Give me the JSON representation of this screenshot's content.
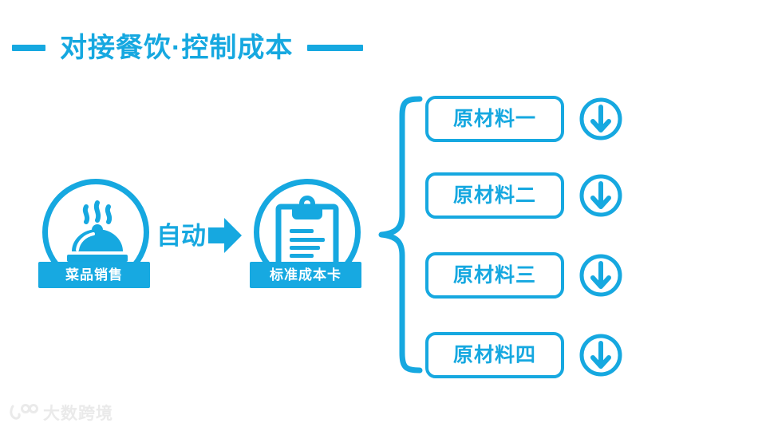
{
  "page": {
    "background_color": "#ffffff",
    "accent_color": "#16a8e0",
    "accent_color_fill": "#17a9e1"
  },
  "title": {
    "text": "对接餐饮·控制成本",
    "left_dash": "—",
    "right_dash": "—"
  },
  "flow": {
    "source_node": {
      "label": "菜品销售",
      "icon": "dish-cloche-icon"
    },
    "connector": {
      "label": "自动",
      "icon": "arrow-right-icon"
    },
    "target_node": {
      "label": "标准成本卡",
      "icon": "clipboard-icon"
    },
    "brace_icon": "curly-brace-icon"
  },
  "materials": {
    "items": [
      {
        "label": "原材料一",
        "arrow_icon": "arrow-down-circle-icon"
      },
      {
        "label": "原材料二",
        "arrow_icon": "arrow-down-circle-icon"
      },
      {
        "label": "原材料三",
        "arrow_icon": "arrow-down-circle-icon"
      },
      {
        "label": "原材料四",
        "arrow_icon": "arrow-down-circle-icon"
      }
    ]
  },
  "watermark": {
    "text": "大数跨境",
    "logo_icon": "brand-logo-icon",
    "color": "#e9e9e9"
  }
}
